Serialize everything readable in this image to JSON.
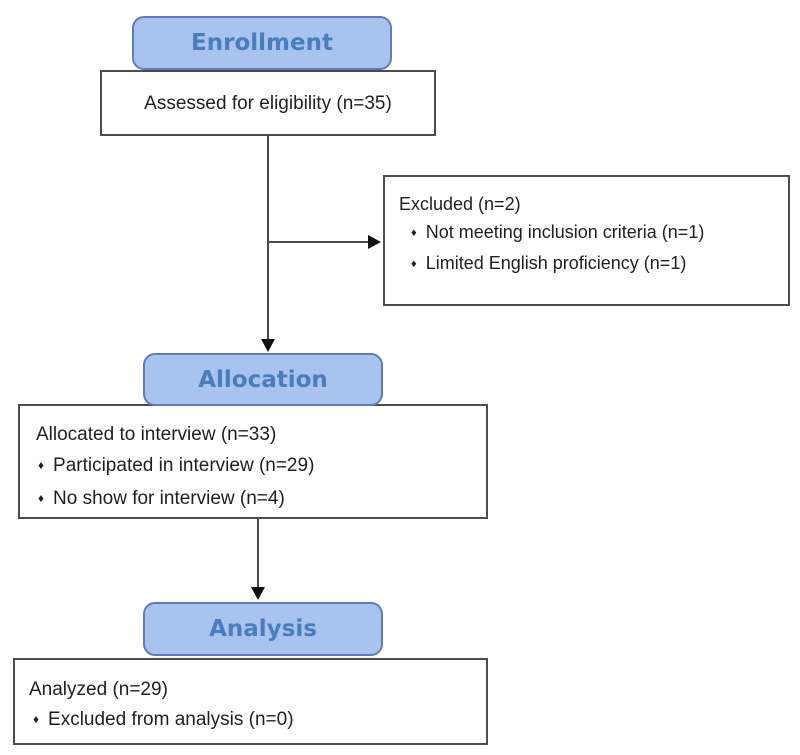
{
  "colors": {
    "stage_fill": "#a8c3ee",
    "stage_border": "#5d7cb8",
    "stage_text": "#4a7cbe",
    "box_border": "#4d4d4d",
    "text_color": "#1f1f1f",
    "arrow_color": "#4a4a4a",
    "arrowhead_color": "#111111"
  },
  "bullet_glyph": "♦",
  "stages": [
    {
      "label": "Enrollment"
    },
    {
      "label": "Allocation"
    },
    {
      "label": "Analysis"
    }
  ],
  "boxes": {
    "assessed": {
      "title": "Assessed for eligibility (n=35)"
    },
    "excluded": {
      "title": "Excluded (n=2)",
      "bullets": [
        "Not meeting inclusion criteria (n=1)",
        "Limited English proficiency (n=1)"
      ]
    },
    "allocated": {
      "title": "Allocated to interview (n=33)",
      "bullets": [
        "Participated in interview (n=29)",
        "No show for interview (n=4)"
      ]
    },
    "analyzed": {
      "title": "Analyzed (n=29)",
      "bullets": [
        "Excluded from analysis (n=0)"
      ]
    }
  }
}
